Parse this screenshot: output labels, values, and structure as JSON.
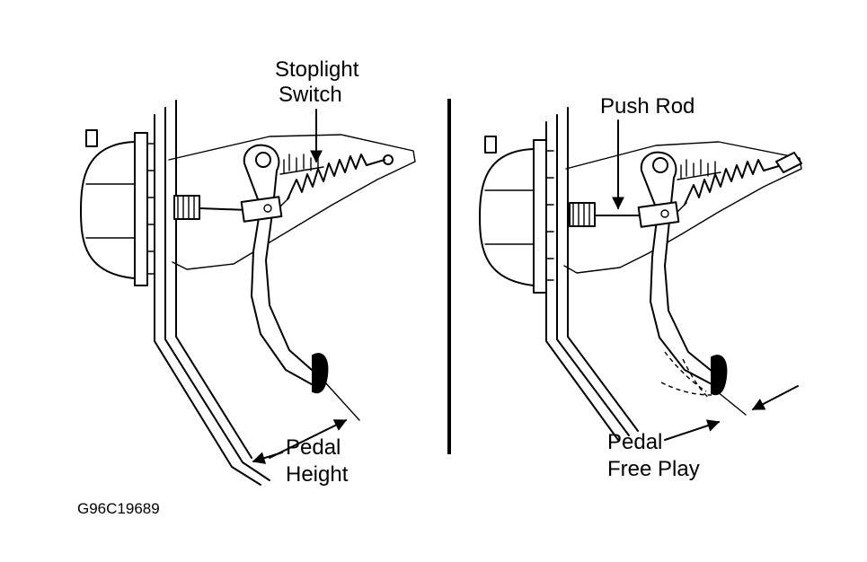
{
  "labels": {
    "stoplight_switch_line1": "Stoplight",
    "stoplight_switch_line2": "Switch",
    "pedal_height_line1": "Pedal",
    "pedal_height_line2": "Height",
    "push_rod": "Push Rod",
    "pedal_free_play_line1": "Pedal",
    "pedal_free_play_line2": "Free Play"
  },
  "figure_code": "G96C19689"
}
